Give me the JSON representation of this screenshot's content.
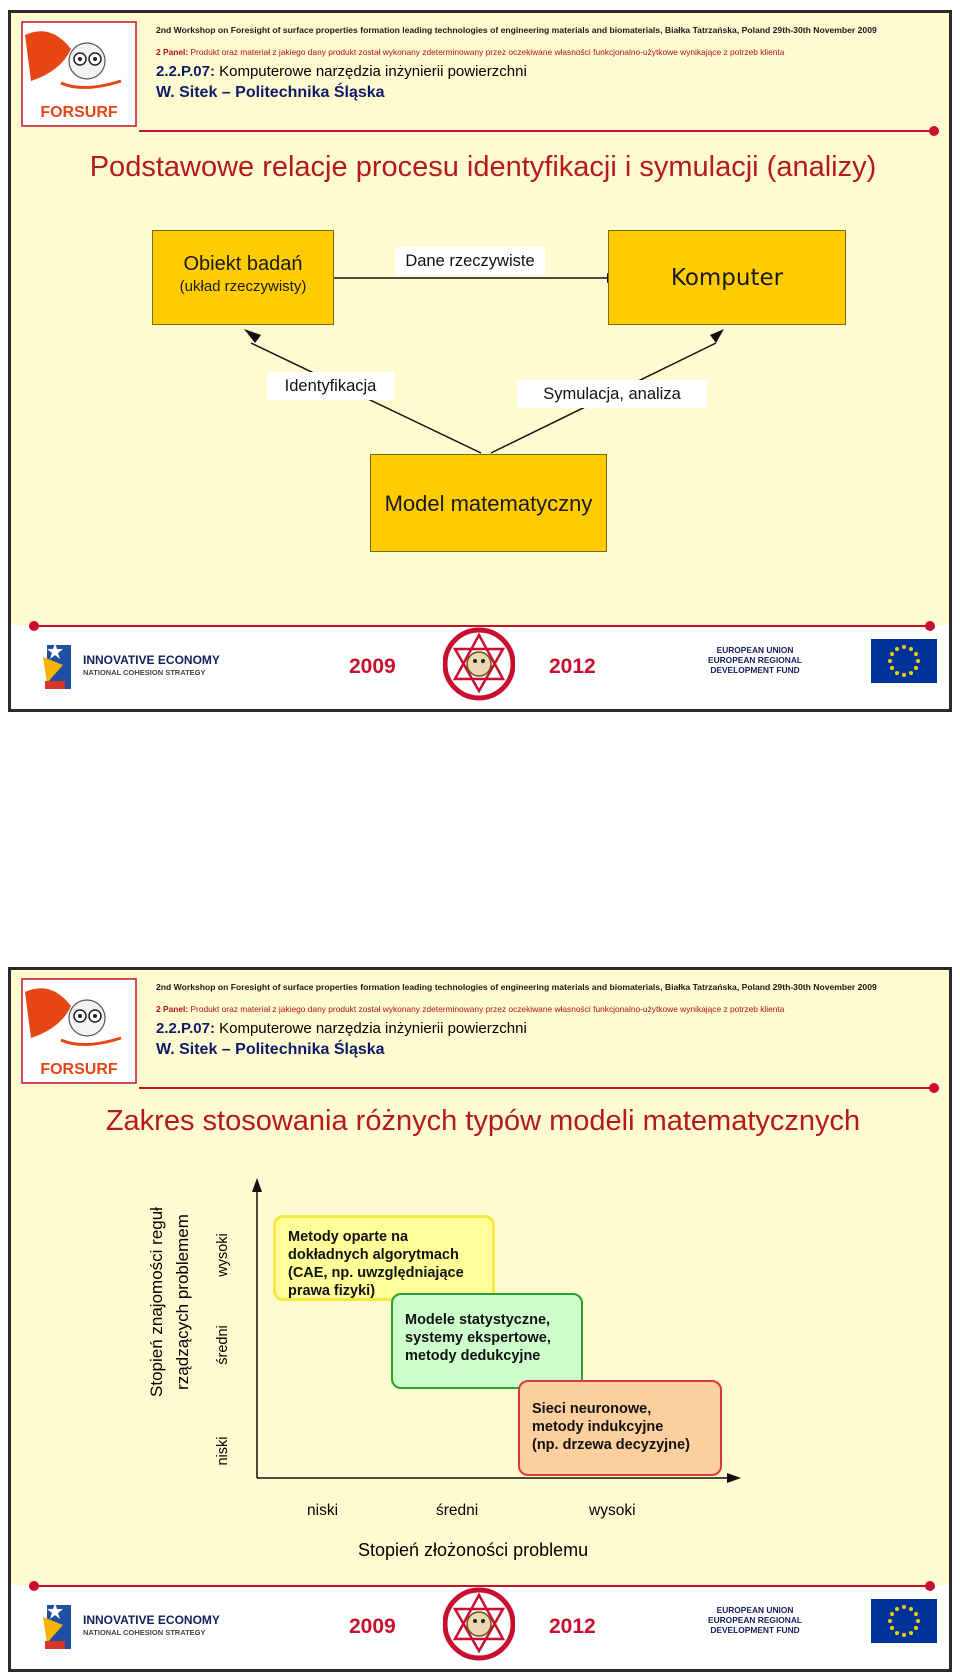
{
  "header": {
    "workshop": "2nd Workshop on Foresight of surface properties formation leading technologies of engineering materials and biomaterials,  Białka Tatrzańska, Poland 29th-30th November 2009",
    "panel_label": "2 Panel:",
    "panel_text": "Produkt oraz materiał z jakiego dany produkt został wykonany zdeterminowany przez oczekiwane własności funkcjonalno-użytkowe wynikające z potrzeb klienta",
    "code": "2.2.P.07:",
    "code_title": "Komputerowe narzędzia inżynierii powierzchni",
    "author": "W. Sitek – Politechnika Śląska",
    "logo_text": "FORSURF"
  },
  "footer": {
    "ie_title": "INNOVATIVE ECONOMY",
    "ie_subtitle": "NATIONAL COHESION STRATEGY",
    "year_start": "2009",
    "year_end": "2012",
    "eu_line1": "EUROPEAN UNION",
    "eu_line2": "EUROPEAN REGIONAL",
    "eu_line3": "DEVELOPMENT FUND",
    "colors": {
      "accent_red": "#c8102e",
      "eu_blue": "#003399",
      "eu_star": "#ffcc00"
    }
  },
  "slide1": {
    "title": "Podstawowe relacje procesu identyfikacji i symulacji (analizy)",
    "box_object": "Obiekt badań",
    "box_object_sub": "(układ rzeczywisty)",
    "label_real_data": "Dane rzeczywiste",
    "box_computer": "Komputer",
    "label_identification": "Identyfikacja",
    "label_simulation": "Symulacja, analiza",
    "box_model": "Model matematyczny"
  },
  "slide2": {
    "title": "Zakres stosowania różnych typów modeli matematycznych",
    "y_axis_title_1": "Stopień znajomości reguł",
    "y_axis_title_2": "rządzących problemem",
    "y_levels": [
      "niski",
      "średni",
      "wysoki"
    ],
    "x_levels": [
      "niski",
      "średni",
      "wysoki"
    ],
    "x_axis_title": "Stopień złożoności problemu",
    "box_algorithms": [
      "Metody oparte na",
      "dokładnych algorytmach",
      "(CAE, np. uwzględniające",
      "prawa fizyki)"
    ],
    "box_statistical": [
      "Modele statystyczne,",
      "systemy ekspertowe,",
      "metody dedukcyjne"
    ],
    "box_neural": [
      "Sieci neuronowe,",
      "metody indukcyjne",
      "(np. drzewa decyzyjne)"
    ]
  }
}
